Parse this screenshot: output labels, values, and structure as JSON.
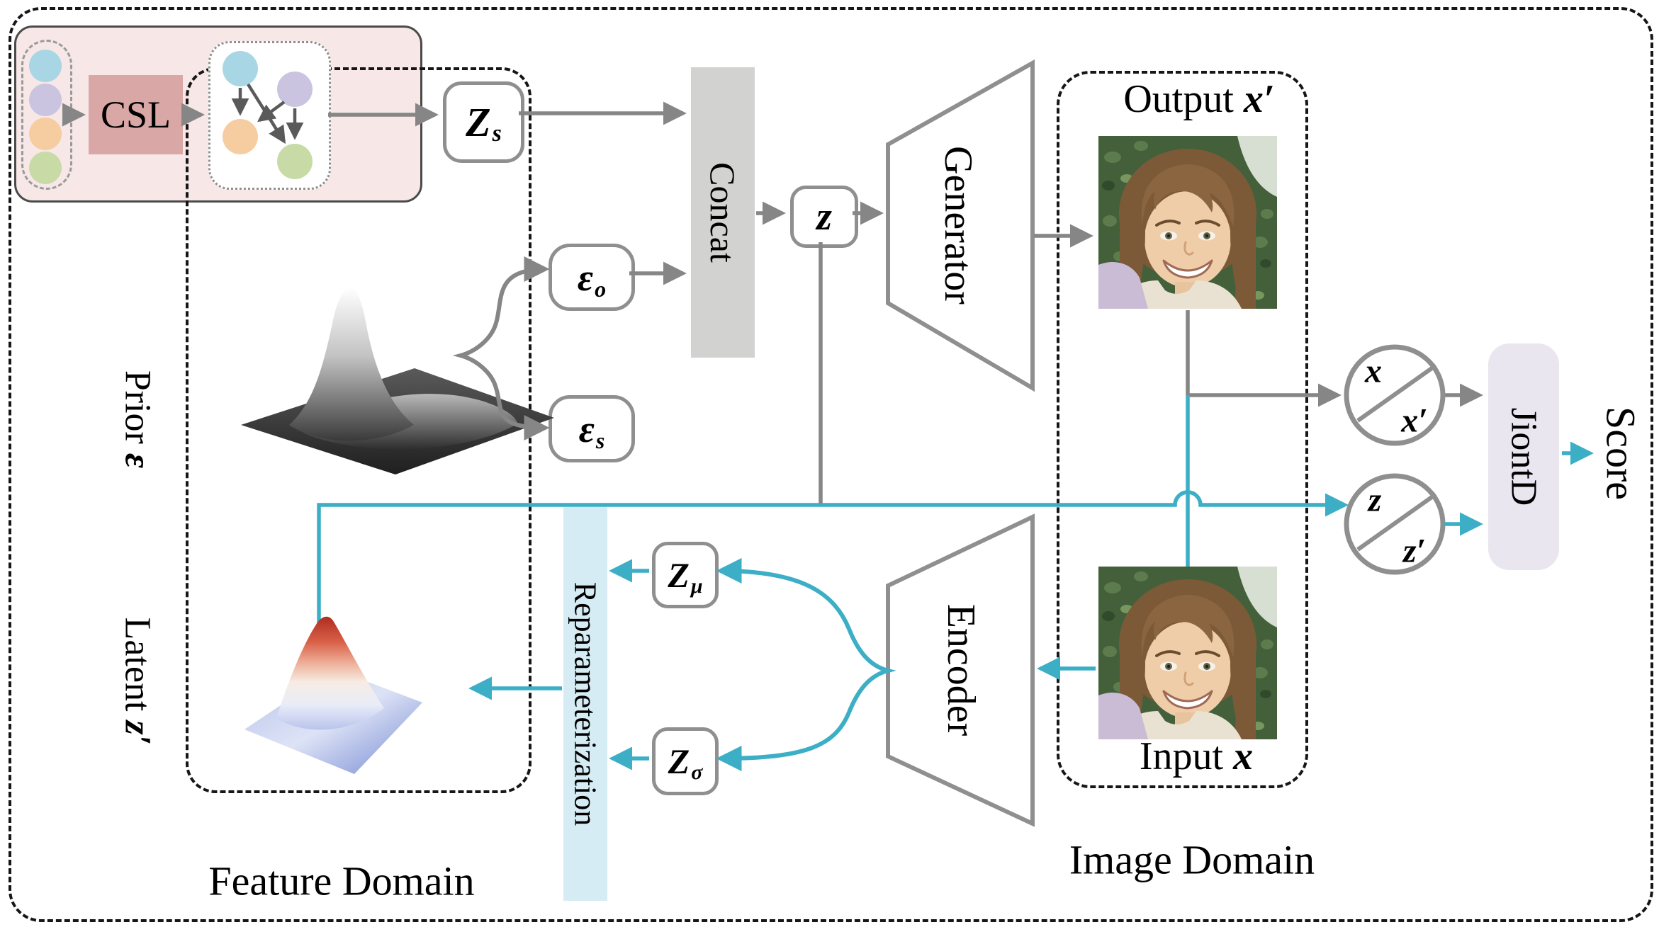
{
  "colors": {
    "accent_cyan": "#3cafc6",
    "line_gray": "#868686",
    "border_gray": "#8f8f8f",
    "dash_black": "#161616",
    "pink_container": "#f7e7e7",
    "csl_fill": "#d9a7a6",
    "concat_fill": "#d2d2d0",
    "reparam_fill": "#d5ecf4",
    "jointd_fill": "#e9e6ef",
    "node_blue": "#a9d6e5",
    "node_purple": "#cbc4e0",
    "node_orange": "#f6cda0",
    "node_green": "#c8dba6"
  },
  "feature_domain": {
    "label": "Feature Domain",
    "prior": {
      "text": "Prior ",
      "symbol": "ε"
    },
    "latent": {
      "text": "Latent ",
      "symbol": "z′"
    },
    "csl_label": "CSL",
    "z_s": {
      "base": "Z",
      "sub": "s"
    },
    "eps_o": {
      "base": "ε",
      "sub": "o"
    },
    "eps_s": {
      "base": "ε",
      "sub": "s"
    }
  },
  "pipeline": {
    "concat_label": "Concat",
    "z_label": "z",
    "generator_label": "Generator",
    "encoder_label": "Encoder",
    "z_mu": {
      "base": "Z",
      "sub": "μ"
    },
    "z_sigma": {
      "base": "Z",
      "sub": "σ"
    },
    "reparam_label": "Reparameterization"
  },
  "image_domain": {
    "label": "Image Domain",
    "output": {
      "text": "Output ",
      "symbol": "x′"
    },
    "input": {
      "text": "Input ",
      "symbol": "x"
    }
  },
  "scoring": {
    "x_circle": {
      "top": "x",
      "bottom": "x′"
    },
    "z_circle": {
      "top": "z",
      "bottom": "z′"
    },
    "jointd_label": "JiontD",
    "score_label": "Score"
  }
}
